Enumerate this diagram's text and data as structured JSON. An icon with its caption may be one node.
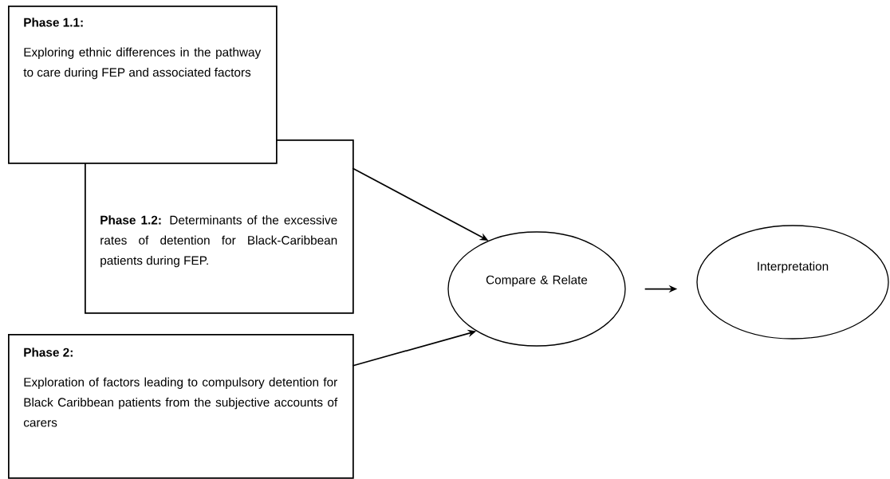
{
  "diagram": {
    "nodes": [
      {
        "text": [
          "Phase 1.1:",
          "Exploring ethnic differences in the pathway to care during FEP and associated factors"
        ]
      },
      {
        "text": [
          "**Phase 1.2:** Determinants of the excessive rates of detention for Black-Caribbean patients during FEP."
        ]
      },
      {
        "text": [
          "Phase 2:",
          "Exploration of factors leading to compulsory detention for Black Caribbean patients from the subjective accounts of carers"
        ]
      },
      {
        "text": [
          "Compare & Relate"
        ]
      },
      {
        "text": [
          "Interpretation"
        ]
      }
    ],
    "edges": [
      {
        "from": 1,
        "to": 3,
        "arrow": "to"
      },
      {
        "from": 2,
        "to": 3,
        "arrow": "to"
      },
      {
        "from": 3,
        "to": 4,
        "arrow": "to"
      }
    ]
  }
}
